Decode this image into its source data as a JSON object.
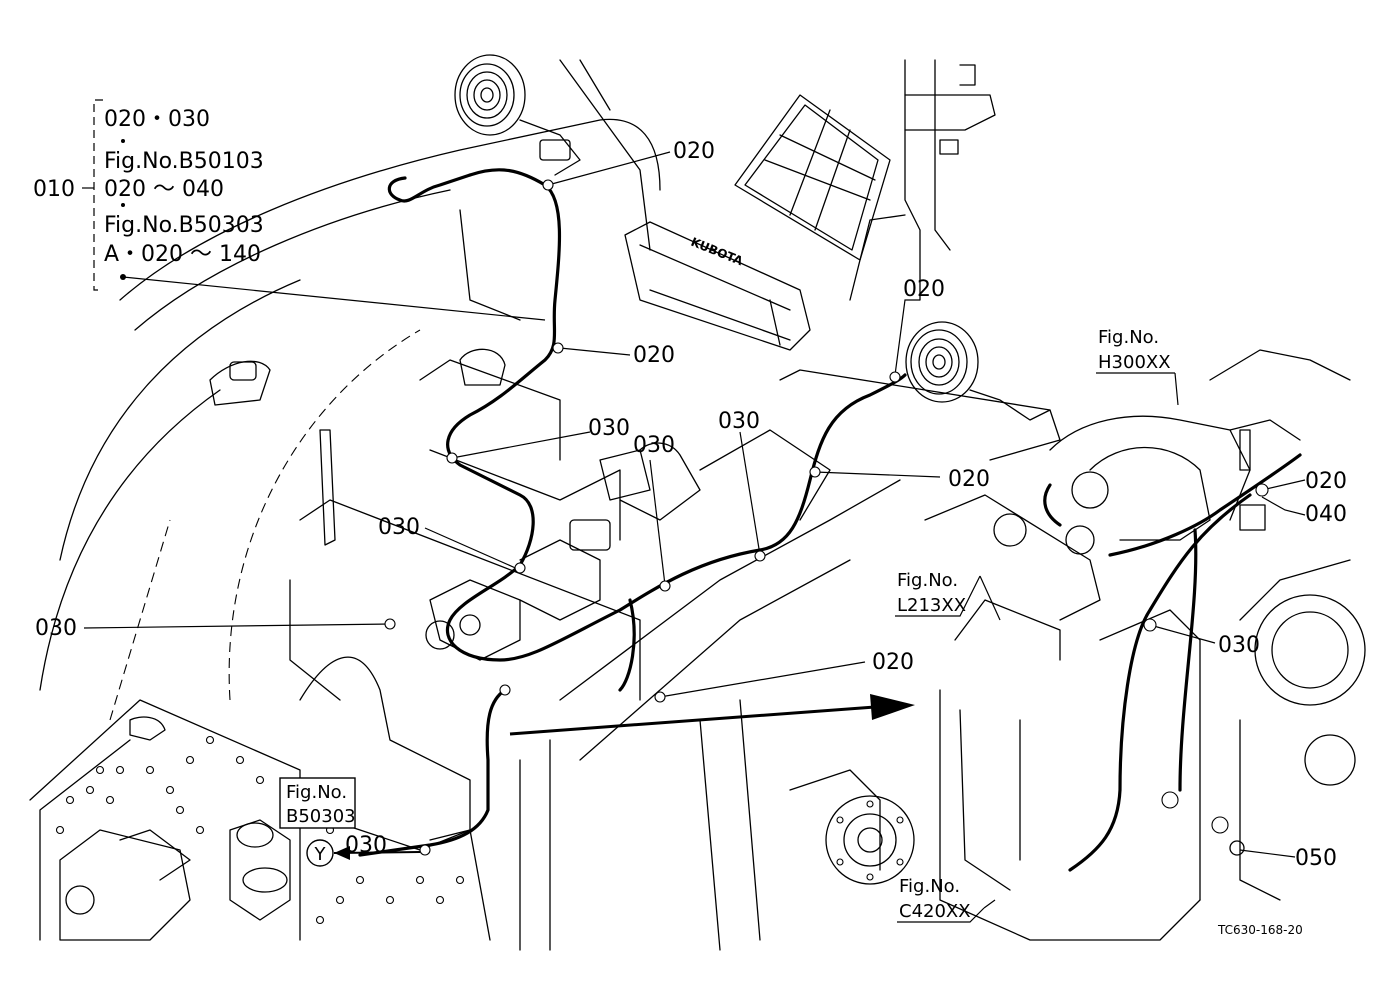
{
  "assembly": {
    "ref": "010",
    "bracket_lines": [
      "020・030",
      "Fig.No.B50103",
      "020 ～ 040",
      "Fig.No.B50303",
      "A・020 ～ 140"
    ]
  },
  "callouts": {
    "c020_top": "020",
    "c020_mid": "020",
    "c020_lamp_r": "020",
    "c020_right": "020",
    "c020_far_r": "020",
    "c020_lower": "020",
    "c030_a": "030",
    "c030_b": "030",
    "c030_c": "030",
    "c030_d": "030",
    "c030_e": "030",
    "c030_f": "030",
    "c030_g": "030",
    "c040": "040",
    "c050": "050"
  },
  "fig_refs": {
    "h300": {
      "line1": "Fig.No.",
      "line2": "H300XX"
    },
    "l213": {
      "line1": "Fig.No.",
      "line2": "L213XX"
    },
    "c420": {
      "line1": "Fig.No.",
      "line2": "C420XX"
    },
    "b50303": {
      "line1": "Fig.No.",
      "line2": "B50303",
      "marker": "Y"
    }
  },
  "emblem": "KUBOTA",
  "drawing_code": "TC630-168-20"
}
